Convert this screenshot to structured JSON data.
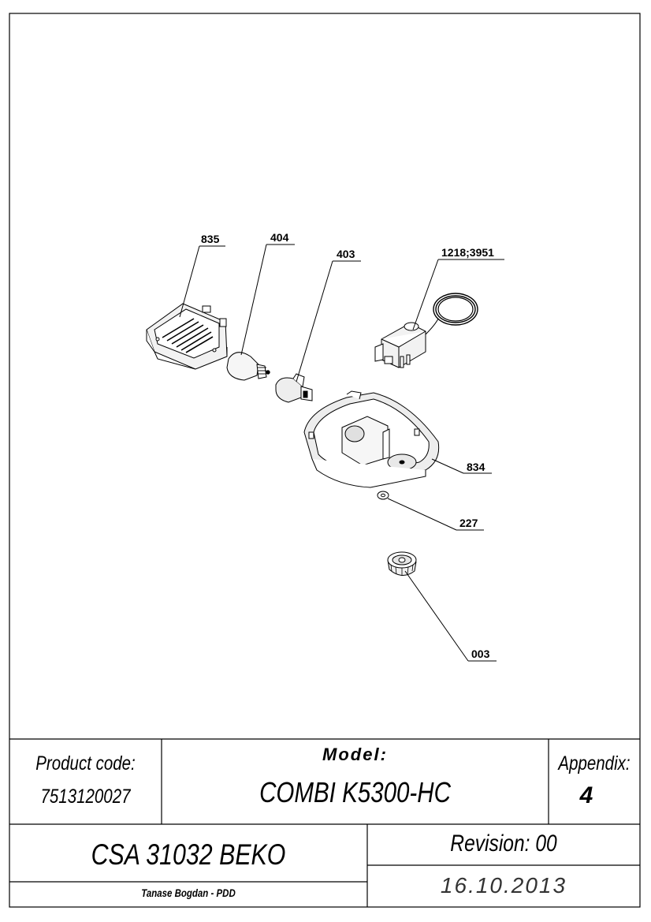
{
  "drawing": {
    "callouts": [
      {
        "id": "c835",
        "label": "835"
      },
      {
        "id": "c404",
        "label": "404"
      },
      {
        "id": "c403",
        "label": "403"
      },
      {
        "id": "c1218",
        "label": "1218;3951"
      },
      {
        "id": "c834",
        "label": "834"
      },
      {
        "id": "c227",
        "label": "227"
      },
      {
        "id": "c003",
        "label": "003"
      }
    ]
  },
  "title_block": {
    "product_code_label": "Product code:",
    "product_code": "7513120027",
    "model_label": "Model:",
    "model": "COMBI K5300-HC",
    "appendix_label": "Appendix:",
    "appendix": "4",
    "project": "CSA 31032  BEKO",
    "author": "Tanase Bogdan - PDD",
    "revision": "Revision: 00",
    "date": "16.10.2013"
  }
}
